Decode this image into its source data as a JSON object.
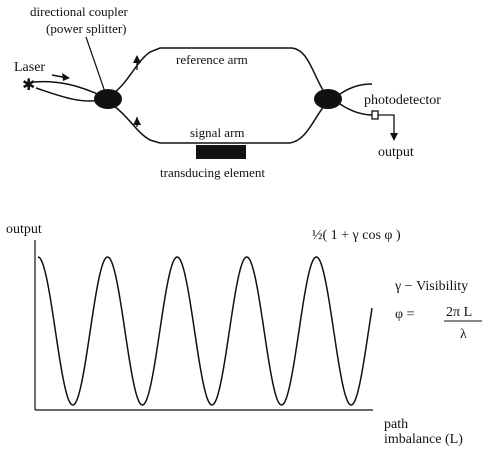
{
  "diagram": {
    "labels": {
      "directional_coupler": "directional coupler",
      "power_splitter": "(power splitter)",
      "laser": "Laser",
      "reference_arm": "reference arm",
      "signal_arm": "signal arm",
      "transducing_element": "transducing element",
      "photodetector": "photodetector",
      "output": "output"
    }
  },
  "plot": {
    "ylabel": "output",
    "xlabel_line1": "path",
    "xlabel_line2": "imbalance (L)",
    "formula": "½( 1 + γ cos φ )",
    "legend_gamma": "γ  − Visibility",
    "legend_phi_lhs": "φ  =",
    "legend_phi_num": "2π L",
    "legend_phi_den": "λ"
  },
  "chart_data": {
    "type": "line",
    "title": "",
    "xlabel": "path imbalance (L)",
    "ylabel": "output",
    "function": "½(1 + γ cos φ)",
    "x_ticks": [],
    "y_ticks": [],
    "grid": false,
    "cycles_visible": 4.8
  }
}
